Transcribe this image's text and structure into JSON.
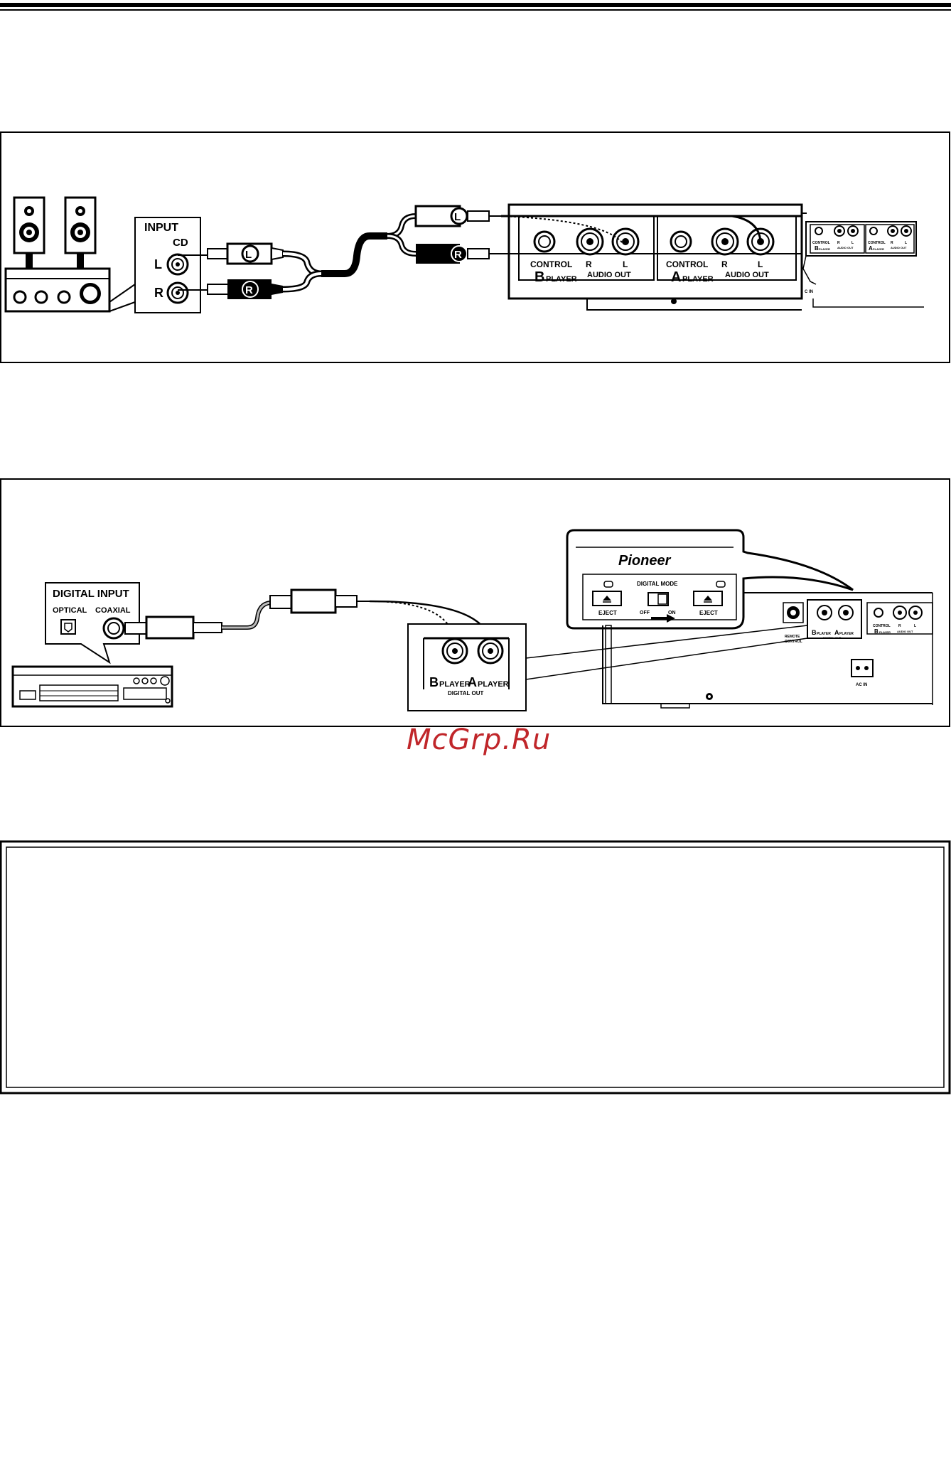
{
  "figure1": {
    "amp_input_title": "INPUT",
    "amp_input_cd": "CD",
    "amp_input_l": "L",
    "amp_input_r": "R",
    "plug_l": "L",
    "plug_r": "R",
    "control_b": "CONTROL",
    "r_b": "R",
    "l_b": "L",
    "player_b_letter": "B",
    "player_b_word": "PLAYER",
    "audio_out_b": "AUDIO OUT",
    "control_a": "CONTROL",
    "r_a": "R",
    "l_a": "L",
    "player_a_letter": "A",
    "player_a_word": "PLAYER",
    "audio_out_a": "AUDIO OUT",
    "mini_control_b": "CONTROL",
    "mini_r_b": "R",
    "mini_l_b": "L",
    "mini_player_b": "PLAYER",
    "mini_audio_out_b": "AUDIO OUT",
    "mini_control_a": "CONTROL",
    "mini_r_a": "R",
    "mini_l_a": "L",
    "mini_player_a": "PLAYER",
    "mini_audio_out_a": "AUDIO OUT",
    "mini_b_letter": "B",
    "mini_a_letter": "A",
    "ac_in_fragment": "C IN"
  },
  "figure2": {
    "digital_input_title": "DIGITAL INPUT",
    "optical": "OPTICAL",
    "coaxial": "COAXIAL",
    "brand": "Pioneer",
    "digital_mode": "DIGITAL MODE",
    "eject_left": "EJECT",
    "eject_right": "EJECT",
    "off": "OFF",
    "on": "ON",
    "zoom_b_letter": "B",
    "zoom_b_word": "PLAYER",
    "zoom_a_letter": "A",
    "zoom_a_word": "PLAYER",
    "zoom_digital_out": "DIGITAL OUT",
    "remote_control_1": "REMOTE",
    "remote_control_2": "CONTROL",
    "rear_b": "B",
    "rear_b_word": "PLAYER",
    "rear_a": "A",
    "rear_a_word": "PLAYER",
    "rear_digital_out": "DIGITAL OUT",
    "rear_control": "CONTROL",
    "rear_r": "R",
    "rear_l": "L",
    "rear_b2": "B",
    "rear_b2_word": "PLAYER",
    "rear_audio_out": "AUDIO OUT",
    "ac_in": "AC IN"
  },
  "watermark": "McGrp.Ru"
}
